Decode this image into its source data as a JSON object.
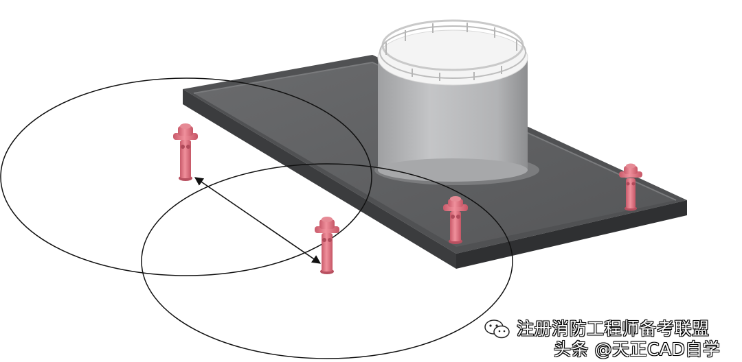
{
  "scene": {
    "description_labels": [],
    "colors": {
      "platform_top": "#5d5e60",
      "platform_side": "#3c3d3f",
      "tank_body": "#b3b4b6",
      "tank_shadow": "#8f9092",
      "hydrant": "#e07684",
      "circle_line": "#111111",
      "arrow_line": "#111111"
    },
    "hydrant_count": 4,
    "coverage_circle_count": 2
  },
  "watermark": {
    "line1": "注册消防工程师备考联盟",
    "line2": "头条 @天正CAD自学",
    "icon": "wechat-icon"
  }
}
